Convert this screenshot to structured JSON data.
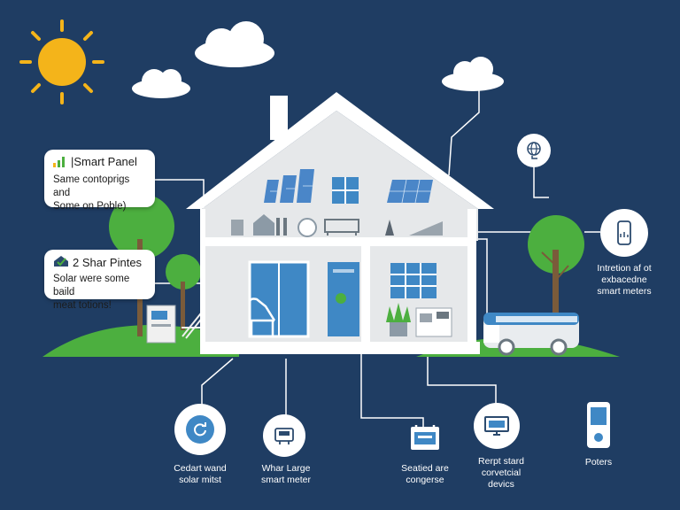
{
  "colors": {
    "background": "#1f3d63",
    "sun": "#f4b41a",
    "grass": "#4caf3f",
    "house_wall": "#e6e8ea",
    "roof": "#ffffff",
    "accent_blue": "#3f88c5",
    "panel_blue": "#4a86c8"
  },
  "callouts": {
    "smart_panel": {
      "title": "|Smart Panel",
      "line1": "Same contoprigs and",
      "line2": "Some on Poble)"
    },
    "shar_pintes": {
      "title": "2 Shar Pintes",
      "line1": "Solar were some baild",
      "line2": "meat totions!"
    }
  },
  "right_label": {
    "line1": "Intretion af ot",
    "line2": "exbacedne",
    "line3": "smart meters"
  },
  "bottom_labels": [
    {
      "line1": "Cedart wand",
      "line2": "solar mitst",
      "icon": "refresh-icon"
    },
    {
      "line1": "Whar Large",
      "line2": "smart meter",
      "icon": "meter-icon"
    },
    {
      "line1": "Seatied are",
      "line2": "congerse",
      "icon": "calendar-icon"
    },
    {
      "line1": "Rerpt stard",
      "line2": "corvetcial",
      "line3": "devics",
      "icon": "monitor-icon"
    },
    {
      "line1": "Poters",
      "icon": "phone-icon"
    }
  ],
  "device_icons": {
    "globe": "globe-icon",
    "phone": "phone-icon"
  }
}
